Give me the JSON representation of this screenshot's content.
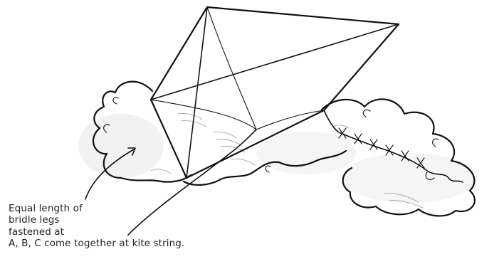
{
  "caption": {
    "lines": [
      "Equal length of",
      "bridle legs",
      "fastened at",
      "A, B, C come together at kite string."
    ]
  }
}
